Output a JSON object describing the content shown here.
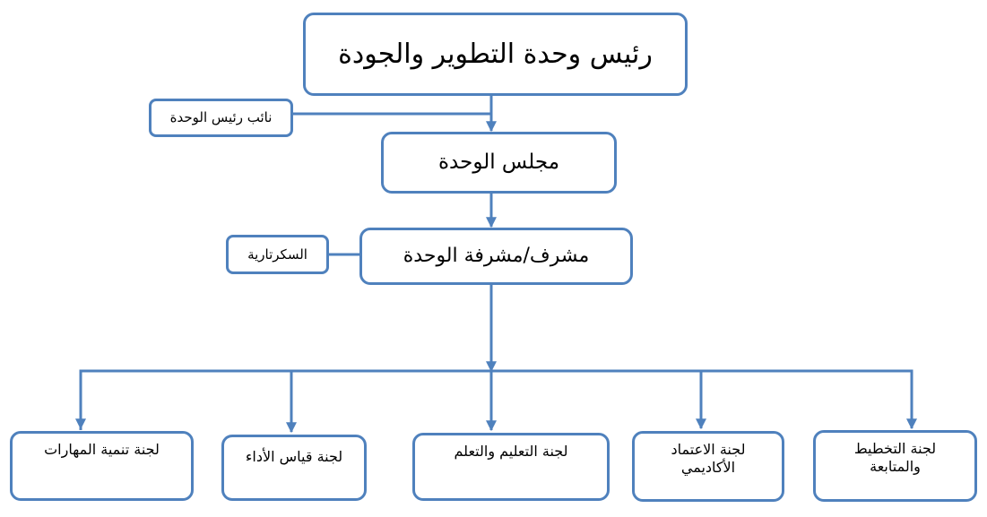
{
  "head": "رئيس وحدة التطوير والجودة",
  "deputy": "نائب رئيس الوحدة",
  "council": "مجلس الوحدة",
  "supervisor": "مشرف/مشرفة الوحدة",
  "secretariat": "السكرتارية",
  "committees": [
    "لجنة التخطيط والمتابعة",
    "لجنة الاعتماد الأكاديمي",
    "لجنة التعليم والتعلم",
    "لجنة قياس الأداء",
    "لجنة تنمية المهارات"
  ],
  "colors": {
    "line": "#4f81bd",
    "border": "#4f81bd"
  }
}
